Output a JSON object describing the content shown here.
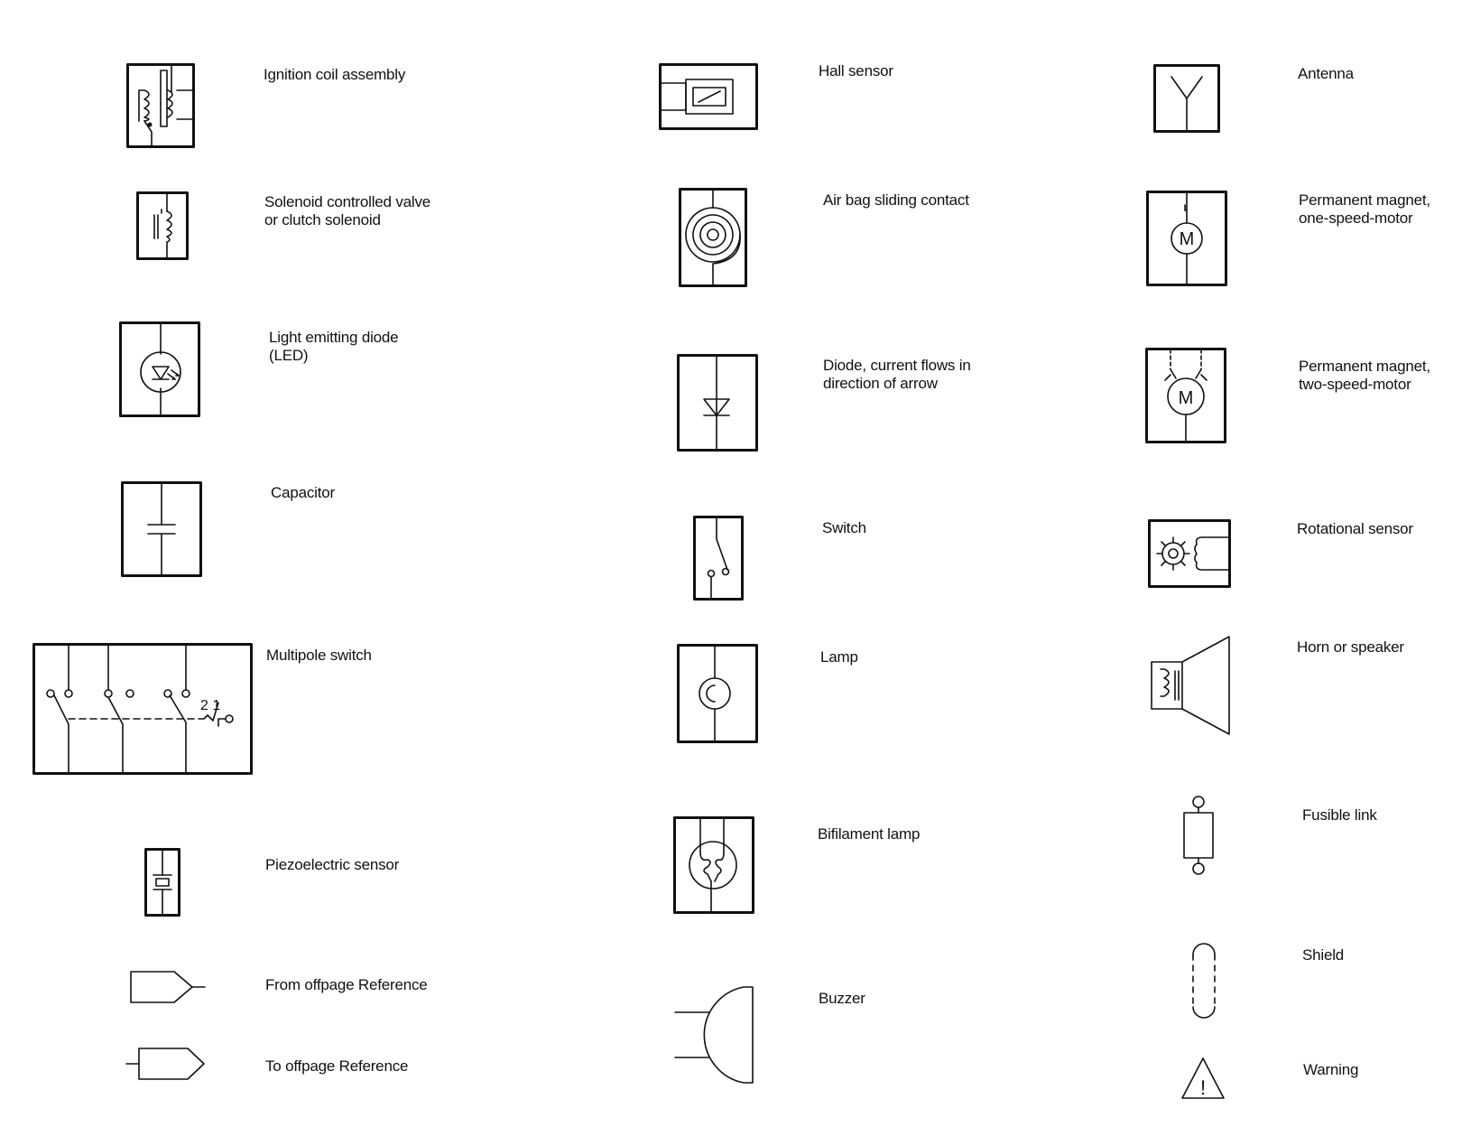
{
  "symbols": [
    {
      "name": "ignition-coil",
      "label": "Ignition coil assembly"
    },
    {
      "name": "solenoid-valve",
      "label": "Solenoid controlled valve\nor clutch solenoid"
    },
    {
      "name": "led",
      "label": "Light emitting diode\n(LED)"
    },
    {
      "name": "capacitor",
      "label": "Capacitor"
    },
    {
      "name": "multipole-switch",
      "label": "Multipole switch",
      "contact_numbers": "2 1"
    },
    {
      "name": "piezoelectric-sensor",
      "label": "Piezoelectric sensor"
    },
    {
      "name": "from-offpage",
      "label": "From offpage Reference"
    },
    {
      "name": "to-offpage",
      "label": "To offpage Reference"
    },
    {
      "name": "hall-sensor",
      "label": "Hall sensor"
    },
    {
      "name": "airbag-contact",
      "label": "Air bag sliding contact"
    },
    {
      "name": "diode",
      "label": "Diode, current flows in\ndirection of arrow"
    },
    {
      "name": "switch",
      "label": "Switch"
    },
    {
      "name": "lamp",
      "label": "Lamp"
    },
    {
      "name": "bifilament-lamp",
      "label": "Bifilament lamp"
    },
    {
      "name": "buzzer",
      "label": "Buzzer"
    },
    {
      "name": "antenna",
      "label": "Antenna"
    },
    {
      "name": "one-speed-motor",
      "label": "Permanent magnet,\none-speed-motor",
      "motor_letter": "M"
    },
    {
      "name": "two-speed-motor",
      "label": "Permanent magnet,\ntwo-speed-motor",
      "motor_letter": "M"
    },
    {
      "name": "rotational-sensor",
      "label": "Rotational sensor"
    },
    {
      "name": "horn-speaker",
      "label": "Horn or speaker"
    },
    {
      "name": "fusible-link",
      "label": "Fusible link"
    },
    {
      "name": "shield",
      "label": "Shield"
    },
    {
      "name": "warning",
      "label": "Warning",
      "mark": "!"
    }
  ]
}
